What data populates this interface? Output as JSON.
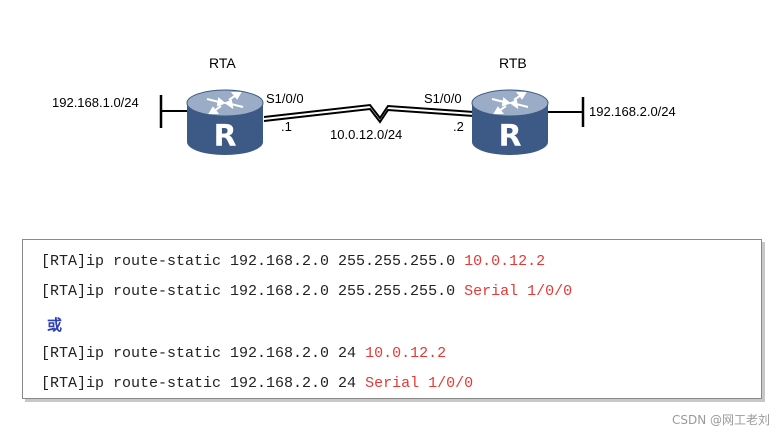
{
  "diagram": {
    "rta": {
      "name": "RTA",
      "interface": "S1/0/0",
      "host_suffix": ".1",
      "lan": "192.168.1.0/24"
    },
    "rtb": {
      "name": "RTB",
      "interface": "S1/0/0",
      "host_suffix": ".2",
      "lan": "192.168.2.0/24"
    },
    "link_network": "10.0.12.0/24",
    "router_glyph": "R",
    "colors": {
      "router_top": "#9aacc6",
      "router_body": "#3d5a86",
      "router_text": "#ffffff",
      "serial_link": "#000000"
    }
  },
  "config": {
    "lines": [
      {
        "prefix": "[RTA]ip route-static 192.168.2.0 255.255.255.0 ",
        "highlight": "10.0.12.2"
      },
      {
        "prefix": "[RTA]ip route-static 192.168.2.0 255.255.255.0 ",
        "highlight": "Serial 1/0/0"
      },
      {
        "prefix": "[RTA]ip route-static 192.168.2.0 24 ",
        "highlight": "10.0.12.2"
      },
      {
        "prefix": "[RTA]ip route-static 192.168.2.0 24 ",
        "highlight": "Serial 1/0/0"
      }
    ],
    "or_label": "或",
    "colors": {
      "text": "#222222",
      "highlight": "#e53935",
      "or": "#2b3fb8"
    }
  },
  "watermark": "CSDN @网工老刘"
}
